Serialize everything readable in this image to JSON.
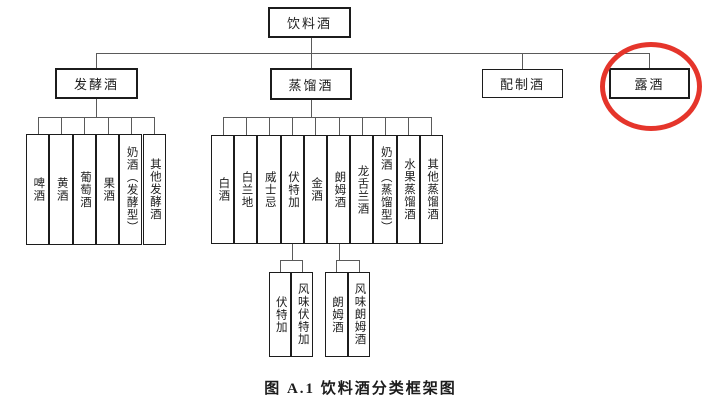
{
  "diagram": {
    "caption": "图 A.1  饮料酒分类框架图",
    "root_label": "饮料酒",
    "level2": {
      "fermented": "发酵酒",
      "distilled": "蒸馏酒",
      "blended": "配制酒",
      "lu": "露酒"
    },
    "fermented_children": [
      "啤酒",
      "黄酒",
      "葡萄酒",
      "果酒",
      "奶酒（发酵型）",
      "其他发酵酒"
    ],
    "distilled_children": [
      "白酒",
      "白兰地",
      "威士忌",
      "伏特加",
      "金酒",
      "朗姆酒",
      "龙舌兰酒",
      "奶酒（蒸馏型）",
      "水果蒸馏酒",
      "其他蒸馏酒"
    ],
    "vodka_children": [
      "伏特加",
      "风味伏特加"
    ],
    "rum_children": [
      "朗姆酒",
      "风味朗姆酒"
    ],
    "colors": {
      "line": "#5a5a5a",
      "box_border": "#1c1c1c",
      "highlight_circle": "#e5352b",
      "text": "#1c1c1c",
      "background": "#ffffff"
    }
  }
}
